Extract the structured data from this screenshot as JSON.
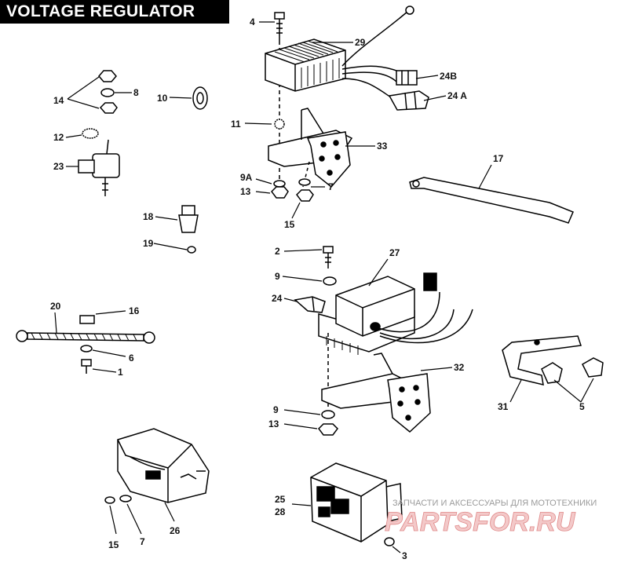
{
  "title": "VOLTAGE REGULATOR",
  "callouts": {
    "c1": "1",
    "c2": "2",
    "c3": "3",
    "c4": "4",
    "c5": "5",
    "c6": "6",
    "c7a": "7",
    "c7b": "7",
    "c8": "8",
    "c9a": "9",
    "c9b": "9",
    "c9A": "9A",
    "c10": "10",
    "c11": "11",
    "c12": "12",
    "c13a": "13",
    "c13b": "13",
    "c14": "14",
    "c15a": "15",
    "c15b": "15",
    "c16": "16",
    "c17": "17",
    "c18": "18",
    "c19": "19",
    "c20": "20",
    "c23": "23",
    "c24": "24",
    "c24A": "24 A",
    "c24B": "24B",
    "c25": "25",
    "c26": "26",
    "c27": "27",
    "c28": "28",
    "c29": "29",
    "c31": "31",
    "c32": "32",
    "c33": "33"
  },
  "watermark": {
    "tagline": "ЗАПЧАСТИ И АКСЕССУАРЫ ДЛЯ МОТОТЕХНИКИ",
    "brand": "PARTSFOR.RU"
  }
}
